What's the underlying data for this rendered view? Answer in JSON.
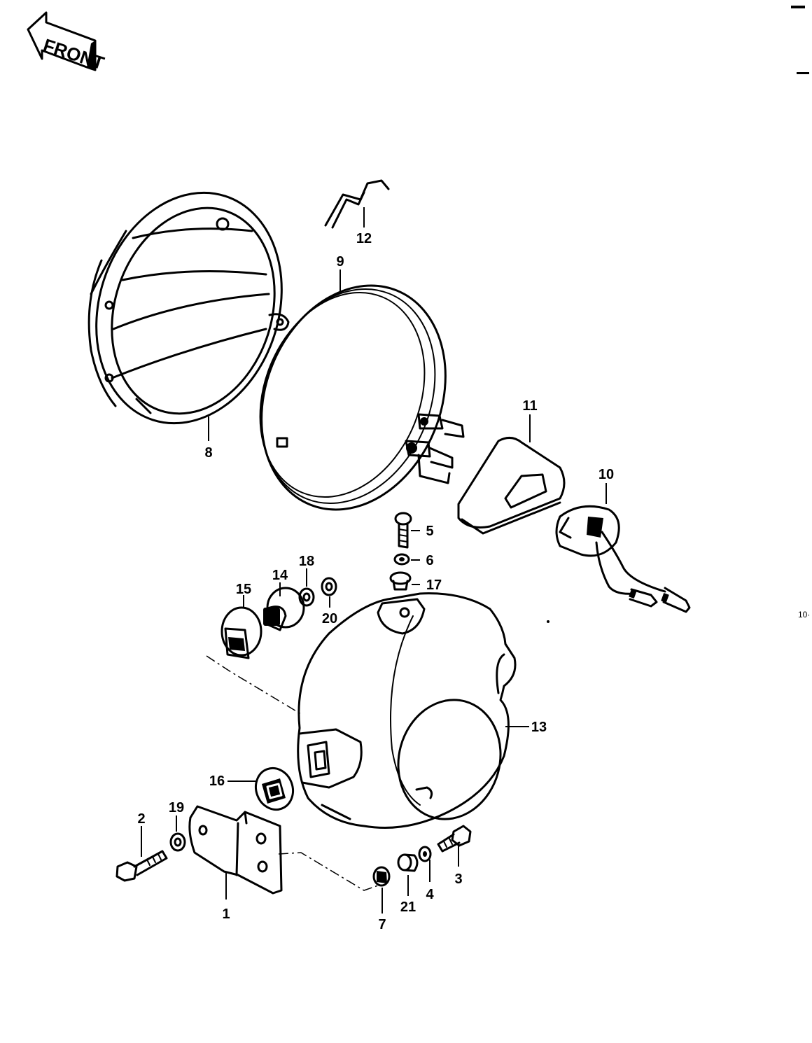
{
  "front_badge": {
    "text": "FRONT"
  },
  "corner_mark": {
    "text": "10·"
  },
  "callouts": [
    {
      "id": "1",
      "label": "1"
    },
    {
      "id": "2",
      "label": "2"
    },
    {
      "id": "3",
      "label": "3"
    },
    {
      "id": "4",
      "label": "4"
    },
    {
      "id": "5",
      "label": "5"
    },
    {
      "id": "6",
      "label": "6"
    },
    {
      "id": "7",
      "label": "7"
    },
    {
      "id": "8",
      "label": "8"
    },
    {
      "id": "9",
      "label": "9"
    },
    {
      "id": "10",
      "label": "10"
    },
    {
      "id": "11",
      "label": "11"
    },
    {
      "id": "12",
      "label": "12"
    },
    {
      "id": "13",
      "label": "13"
    },
    {
      "id": "14",
      "label": "14"
    },
    {
      "id": "15",
      "label": "15"
    },
    {
      "id": "16",
      "label": "16"
    },
    {
      "id": "17",
      "label": "17"
    },
    {
      "id": "18",
      "label": "18"
    },
    {
      "id": "19",
      "label": "19"
    },
    {
      "id": "20",
      "label": "20"
    },
    {
      "id": "21",
      "label": "21"
    }
  ]
}
